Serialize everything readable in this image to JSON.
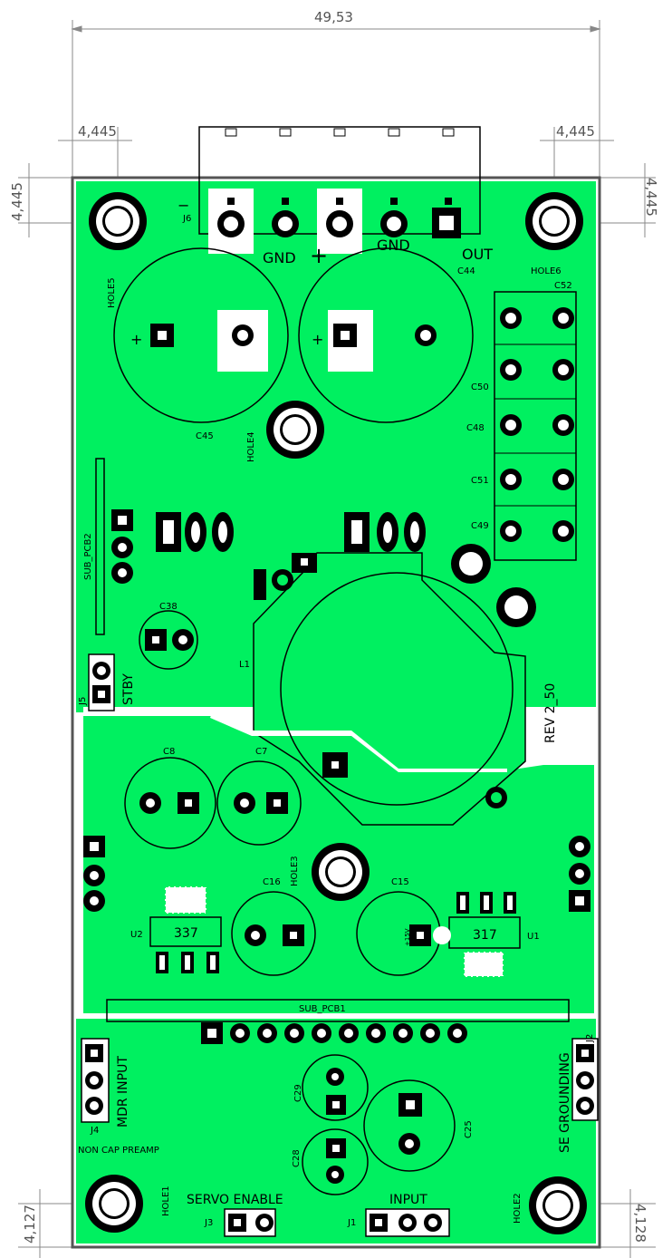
{
  "dimensions": {
    "width_total": "49,53",
    "hole_offset_left_x": "4,445",
    "hole_offset_right_x": "4,445",
    "hole_offset_left_y": "4,445",
    "hole_offset_right_y": "4,445",
    "bottom_left": "4,127",
    "bottom_right": "4,128"
  },
  "labels": {
    "j6": "J6",
    "minus": "−",
    "gnd1": "GND",
    "plus": "+",
    "gnd2": "GND",
    "out": "OUT",
    "c44": "C44",
    "hole5": "HOLE5",
    "hole6": "HOLE6",
    "c52": "C52",
    "c50": "C50",
    "c48": "C48",
    "c51": "C51",
    "c49": "C49",
    "c45": "C45",
    "hole4": "HOLE4",
    "sub_pcb2": "SUB_PCB2",
    "c38": "C38",
    "l1": "L1",
    "j5": "J5",
    "stby": "STBY",
    "rev": "REV 2_50",
    "c8": "C8",
    "c7": "C7",
    "c16": "C16",
    "c15": "C15",
    "hole3": "HOLE3",
    "ic337": "337",
    "ic317": "317",
    "u2": "U2",
    "u1": "U1",
    "sub_pcb1": "SUB_PCB1",
    "j2": "J2",
    "mdr_input": "MDR INPUT",
    "j4": "J4",
    "c29": "C29",
    "c25": "C25",
    "c28": "C28",
    "se_grounding": "SE GROUNDING",
    "non_cap": "NON CAP PREAMP",
    "hole1": "HOLE1",
    "hole2": "HOLE2",
    "servo": "SERVO ENABLE",
    "input": "INPUT",
    "j3": "J3",
    "j1": "J1",
    "vplus": "+15V"
  },
  "colors": {
    "copper": "#00f060",
    "board_outline": "#555555",
    "pad": "#000000",
    "background": "#ffffff"
  }
}
